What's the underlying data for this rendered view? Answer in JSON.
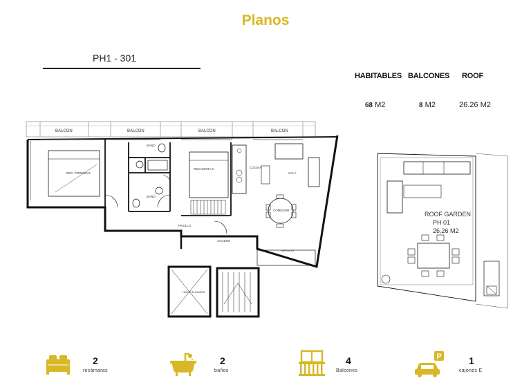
{
  "page": {
    "title": "Planos"
  },
  "unit": {
    "name": "PH1 - 301"
  },
  "areas": {
    "headers": [
      "HABITABLES",
      "BALCONES",
      "ROOF"
    ],
    "values": [
      {
        "num": "68",
        "unit": "M2"
      },
      {
        "num": "8",
        "unit": "M2"
      },
      {
        "num": "26.26",
        "unit": "M2"
      }
    ]
  },
  "plan_labels": {
    "balcon_1": "BALCON",
    "balcon_2": "BALCON",
    "balcon_3": "BALCON",
    "balcon_4": "BALCON",
    "rec_principal": "REC. PRINCIPAL",
    "bano_1": "BAÑO",
    "bano_2": "BAÑO",
    "recamara_2": "RECAMARA 2",
    "cocina": "COCINA",
    "sala": "SALA",
    "comedor": "COMEDOR",
    "pasillo": "PASILLO",
    "acceso": "ACCESO",
    "servicio": "SERVICIO",
    "elevador": "HUECO ELEVADOR"
  },
  "roof": {
    "line1": "ROOF GARDEN",
    "line2": "PH 01",
    "line3": "26.26 M2"
  },
  "features": [
    {
      "icon": "bed-icon",
      "num": "2",
      "label": "recámaras"
    },
    {
      "icon": "bathtub-icon",
      "num": "2",
      "label": "baños"
    },
    {
      "icon": "balcony-icon",
      "num": "4",
      "label": "Balcones"
    },
    {
      "icon": "car-parking-icon",
      "num": "1",
      "label": "cajones E"
    }
  ],
  "colors": {
    "accent": "#d8b826",
    "line": "#111111"
  }
}
